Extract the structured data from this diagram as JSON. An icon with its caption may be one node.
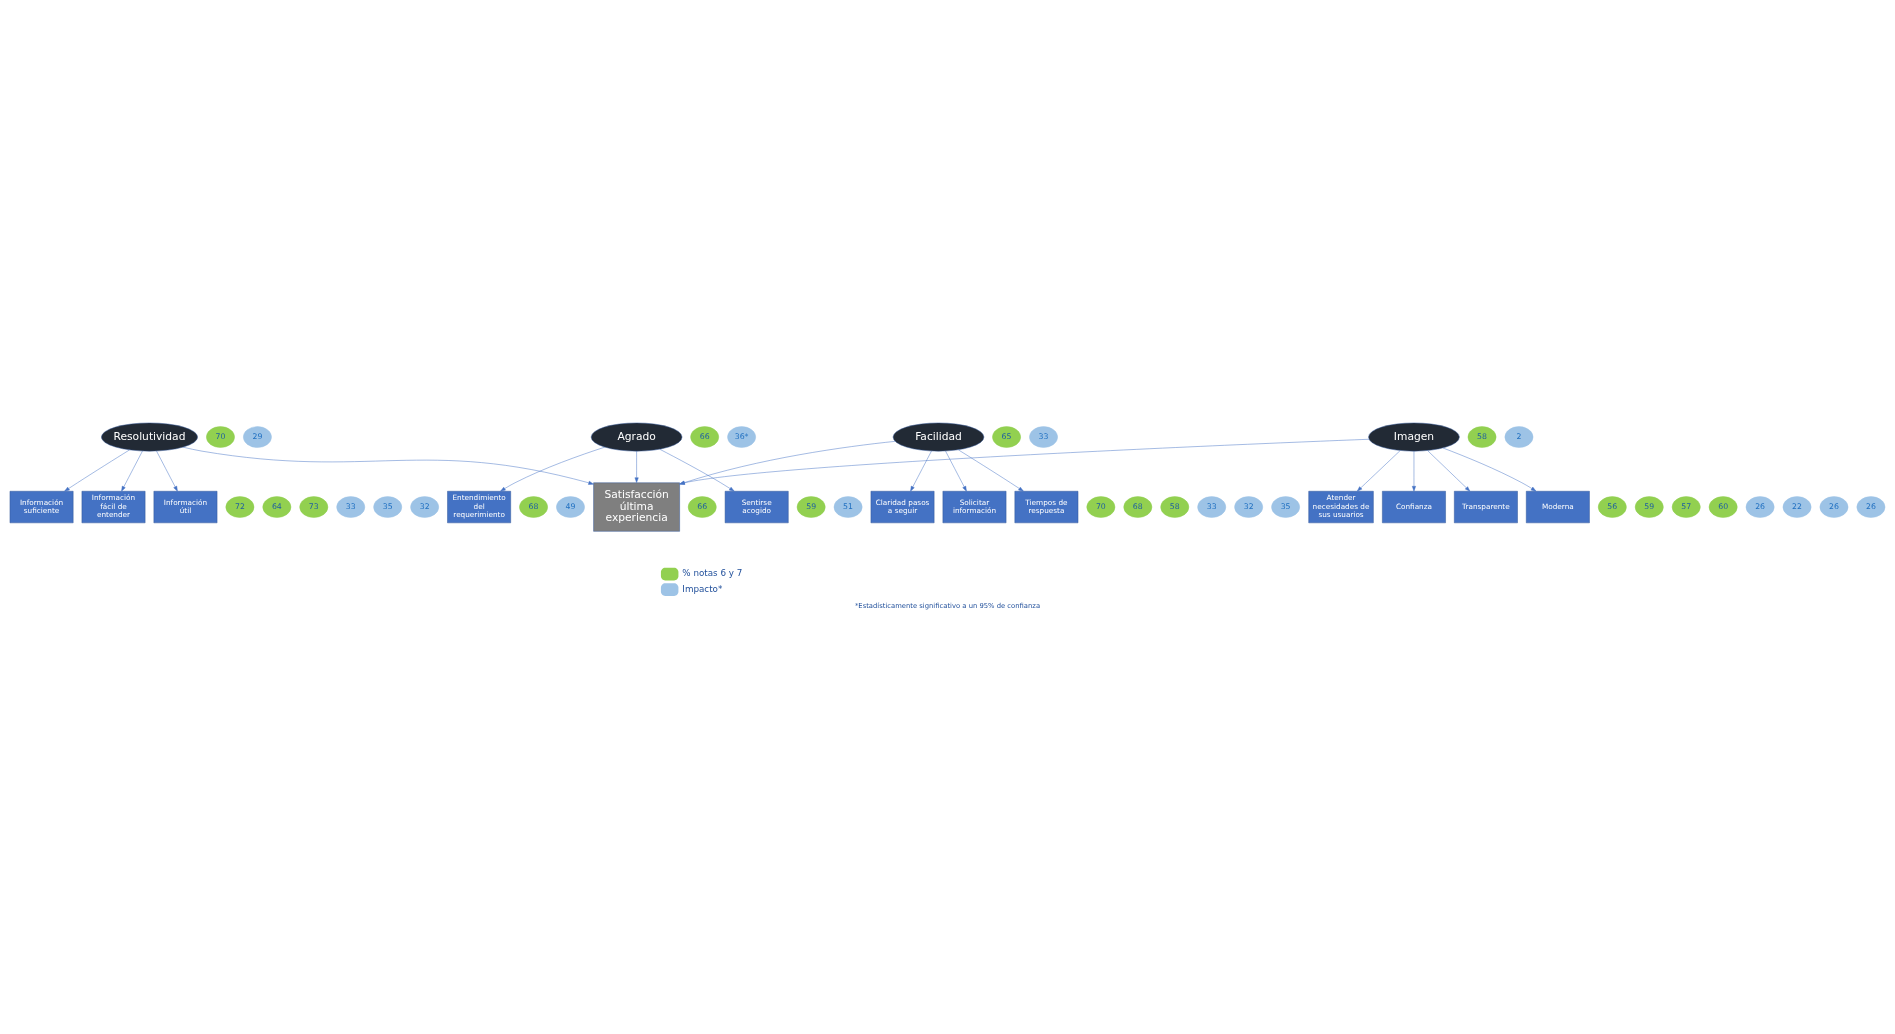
{
  "diagram": {
    "caption": "*Estadísticamente significativo a un 95% de confianza",
    "nodes": [
      {
        "text": [
          "Información fácil de entender"
        ]
      },
      {
        "text": [
          "72"
        ]
      },
      {
        "text": [
          "33"
        ]
      },
      {
        "text": [
          "Información útil"
        ]
      },
      {
        "text": [
          "73"
        ]
      },
      {
        "text": [
          "35"
        ]
      },
      {
        "text": [
          "Información suficiente"
        ]
      },
      {
        "text": [
          "64"
        ]
      },
      {
        "text": [
          "32"
        ]
      },
      {
        "text": [
          "Entendimiento del requerimiento"
        ]
      },
      {
        "text": [
          "68"
        ]
      },
      {
        "text": [
          "49"
        ]
      },
      {
        "text": [
          "Sentirse acogido"
        ]
      },
      {
        "text": [
          "59"
        ]
      },
      {
        "text": [
          "51"
        ]
      },
      {
        "text": [
          "Confianza"
        ]
      },
      {
        "text": [
          "59"
        ]
      },
      {
        "text": [
          "26"
        ]
      },
      {
        "text": [
          "Solicitar información"
        ]
      },
      {
        "text": [
          "70"
        ]
      },
      {
        "text": [
          "33"
        ]
      },
      {
        "text": [
          "Resolutividad"
        ]
      },
      {
        "text": [
          "70"
        ]
      },
      {
        "text": [
          "29"
        ]
      },
      {
        "text": [
          "Agrado"
        ]
      },
      {
        "text": [
          "66"
        ]
      },
      {
        "text": [
          "36*"
        ]
      },
      {
        "text": [
          "Transparente"
        ]
      },
      {
        "text": [
          "60"
        ]
      },
      {
        "text": [
          "26"
        ]
      },
      {
        "text": [
          "Tiempos de respuesta"
        ]
      },
      {
        "text": [
          "58"
        ]
      },
      {
        "text": [
          "32"
        ]
      },
      {
        "text": [
          "Facilidad"
        ]
      },
      {
        "text": [
          "65"
        ]
      },
      {
        "text": [
          "33"
        ]
      },
      {
        "text": [
          "Satisfacción última experiencia"
        ]
      },
      {
        "text": [
          "66"
        ]
      },
      {
        "text": [
          "Imagen"
        ]
      },
      {
        "text": [
          "58"
        ]
      },
      {
        "text": [
          "2"
        ]
      },
      {
        "text": [
          "Atender necesidades de sus usuarios"
        ]
      },
      {
        "text": [
          "57"
        ]
      },
      {
        "text": [
          "26"
        ]
      },
      {
        "text": [
          "Claridad pasos a seguir"
        ]
      },
      {
        "text": [
          "68"
        ]
      },
      {
        "text": [
          "35"
        ]
      },
      {
        "text": [
          "Moderna"
        ]
      },
      {
        "text": [
          "56"
        ]
      },
      {
        "text": [
          "22"
        ]
      }
    ],
    "edges": [
      {
        "from": 21,
        "to": 0,
        "arrow": "to"
      },
      {
        "from": 21,
        "to": 3,
        "arrow": "to"
      },
      {
        "from": 21,
        "to": 6,
        "arrow": "to"
      },
      {
        "from": 24,
        "to": 9,
        "arrow": "to"
      },
      {
        "from": 24,
        "to": 12,
        "arrow": "to"
      },
      {
        "from": 33,
        "to": 18,
        "arrow": "to"
      },
      {
        "from": 33,
        "to": 30,
        "arrow": "to"
      },
      {
        "from": 33,
        "to": 44,
        "arrow": "to"
      },
      {
        "from": 38,
        "to": 15,
        "arrow": "to"
      },
      {
        "from": 38,
        "to": 27,
        "arrow": "to"
      },
      {
        "from": 38,
        "to": 41,
        "arrow": "to"
      },
      {
        "from": 38,
        "to": 47,
        "arrow": "to"
      },
      {
        "from": 21,
        "to": 36,
        "arrow": "to"
      },
      {
        "from": 24,
        "to": 36,
        "arrow": "to"
      },
      {
        "from": 33,
        "to": 36,
        "arrow": "to"
      },
      {
        "from": 38,
        "to": 36,
        "arrow": "to"
      }
    ],
    "legend": [
      {
        "text": "% notas 6 y 7",
        "color": "#92d050"
      },
      {
        "text": "Impacto*",
        "color": "#9dc3e6"
      }
    ]
  }
}
